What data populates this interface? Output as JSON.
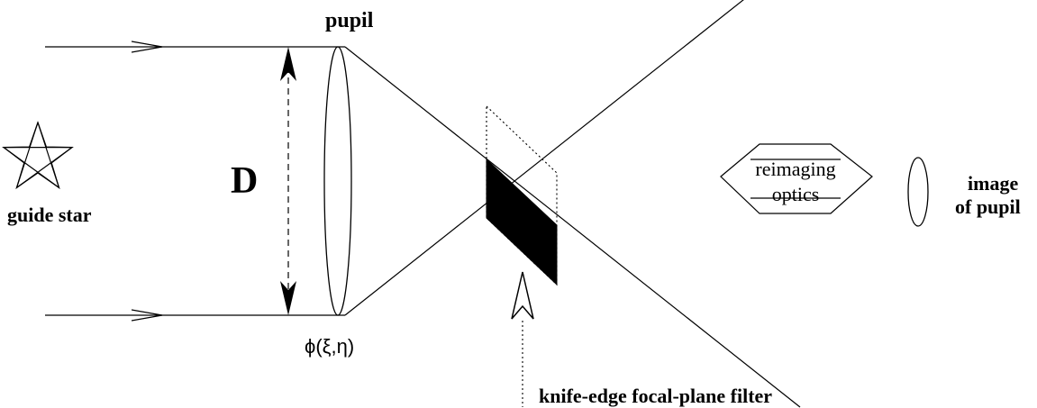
{
  "labels": {
    "pupil": "pupil",
    "diameter": "D",
    "guide_star": "guide star",
    "phase": "ϕ(ξ,η)",
    "reimaging_line1": "reimaging",
    "reimaging_line2": "optics",
    "image_line1": "image",
    "image_line2": "of pupil",
    "filter": "knife-edge focal-plane filter"
  },
  "colors": {
    "stroke": "#000000",
    "background": "#ffffff"
  }
}
